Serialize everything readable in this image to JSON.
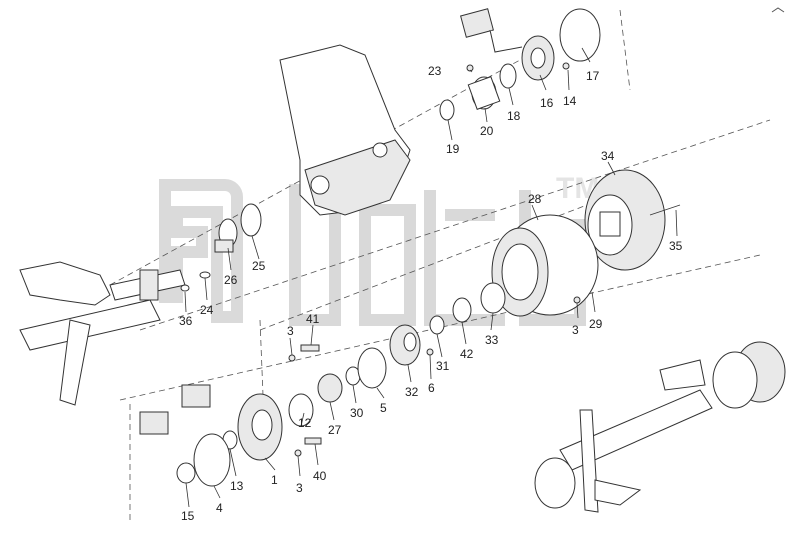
{
  "watermark": {
    "text": "TM"
  },
  "callouts": [
    {
      "id": "c23",
      "text": "23"
    },
    {
      "id": "c17",
      "text": "17"
    },
    {
      "id": "c16",
      "text": "16"
    },
    {
      "id": "c14",
      "text": "14"
    },
    {
      "id": "c18",
      "text": "18"
    },
    {
      "id": "c20",
      "text": "20"
    },
    {
      "id": "c19",
      "text": "19"
    },
    {
      "id": "c34",
      "text": "34"
    },
    {
      "id": "c28",
      "text": "28"
    },
    {
      "id": "c35",
      "text": "35"
    },
    {
      "id": "c25",
      "text": "25"
    },
    {
      "id": "c26",
      "text": "26"
    },
    {
      "id": "c24",
      "text": "24"
    },
    {
      "id": "c36",
      "text": "36"
    },
    {
      "id": "c41",
      "text": "41"
    },
    {
      "id": "c3a",
      "text": "3"
    },
    {
      "id": "c33",
      "text": "33"
    },
    {
      "id": "c42",
      "text": "42"
    },
    {
      "id": "c31",
      "text": "31"
    },
    {
      "id": "c3b",
      "text": "3"
    },
    {
      "id": "c29",
      "text": "29"
    },
    {
      "id": "c32",
      "text": "32"
    },
    {
      "id": "c6",
      "text": "6"
    },
    {
      "id": "c5",
      "text": "5"
    },
    {
      "id": "c30",
      "text": "30"
    },
    {
      "id": "c27",
      "text": "27"
    },
    {
      "id": "c12",
      "text": "12"
    },
    {
      "id": "c1",
      "text": "1"
    },
    {
      "id": "c3c",
      "text": "3"
    },
    {
      "id": "c40",
      "text": "40"
    },
    {
      "id": "c13",
      "text": "13"
    },
    {
      "id": "c4",
      "text": "4"
    },
    {
      "id": "c15",
      "text": "15"
    }
  ]
}
